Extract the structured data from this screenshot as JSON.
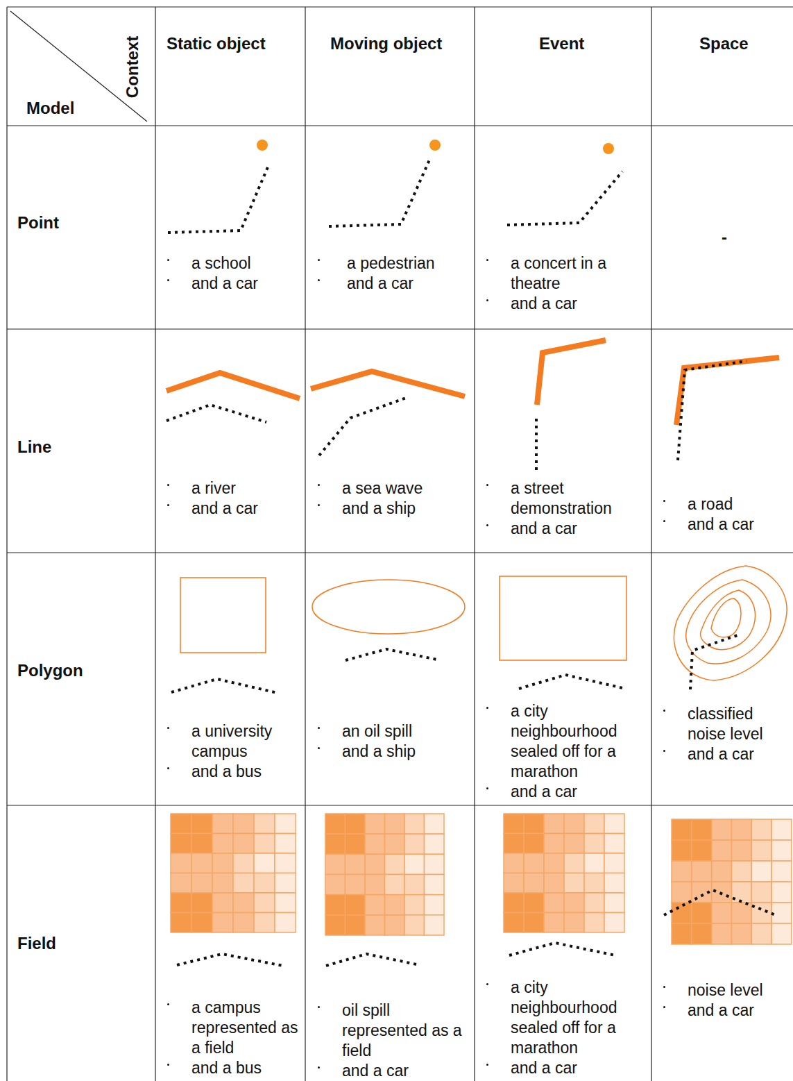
{
  "diagram": {
    "labels": [
      "Context",
      "Model",
      "Static object",
      "Moving object",
      "Event",
      "Space",
      "Point",
      "a school",
      "and a car",
      "a pedestrian",
      "and a car",
      "a concert in a theatre",
      "and a car",
      "-",
      "Line",
      "a river",
      "and a car",
      "a sea wave",
      "and a ship",
      "a street demonstration",
      "and a car",
      "a road",
      "and a car",
      "Polygon",
      "a university campus",
      "and a bus",
      "an oil spill",
      "and a ship",
      "a city neighbourhood sealed off for a marathon",
      "and a car",
      "classified noise level",
      "and a car",
      "Field",
      "a campus represented as a field",
      "and a bus",
      "oil spill represented as a field",
      "and a car",
      "a city neighbourhood sealed off for a marathon",
      "and a car",
      "noise level",
      "and a car"
    ]
  }
}
